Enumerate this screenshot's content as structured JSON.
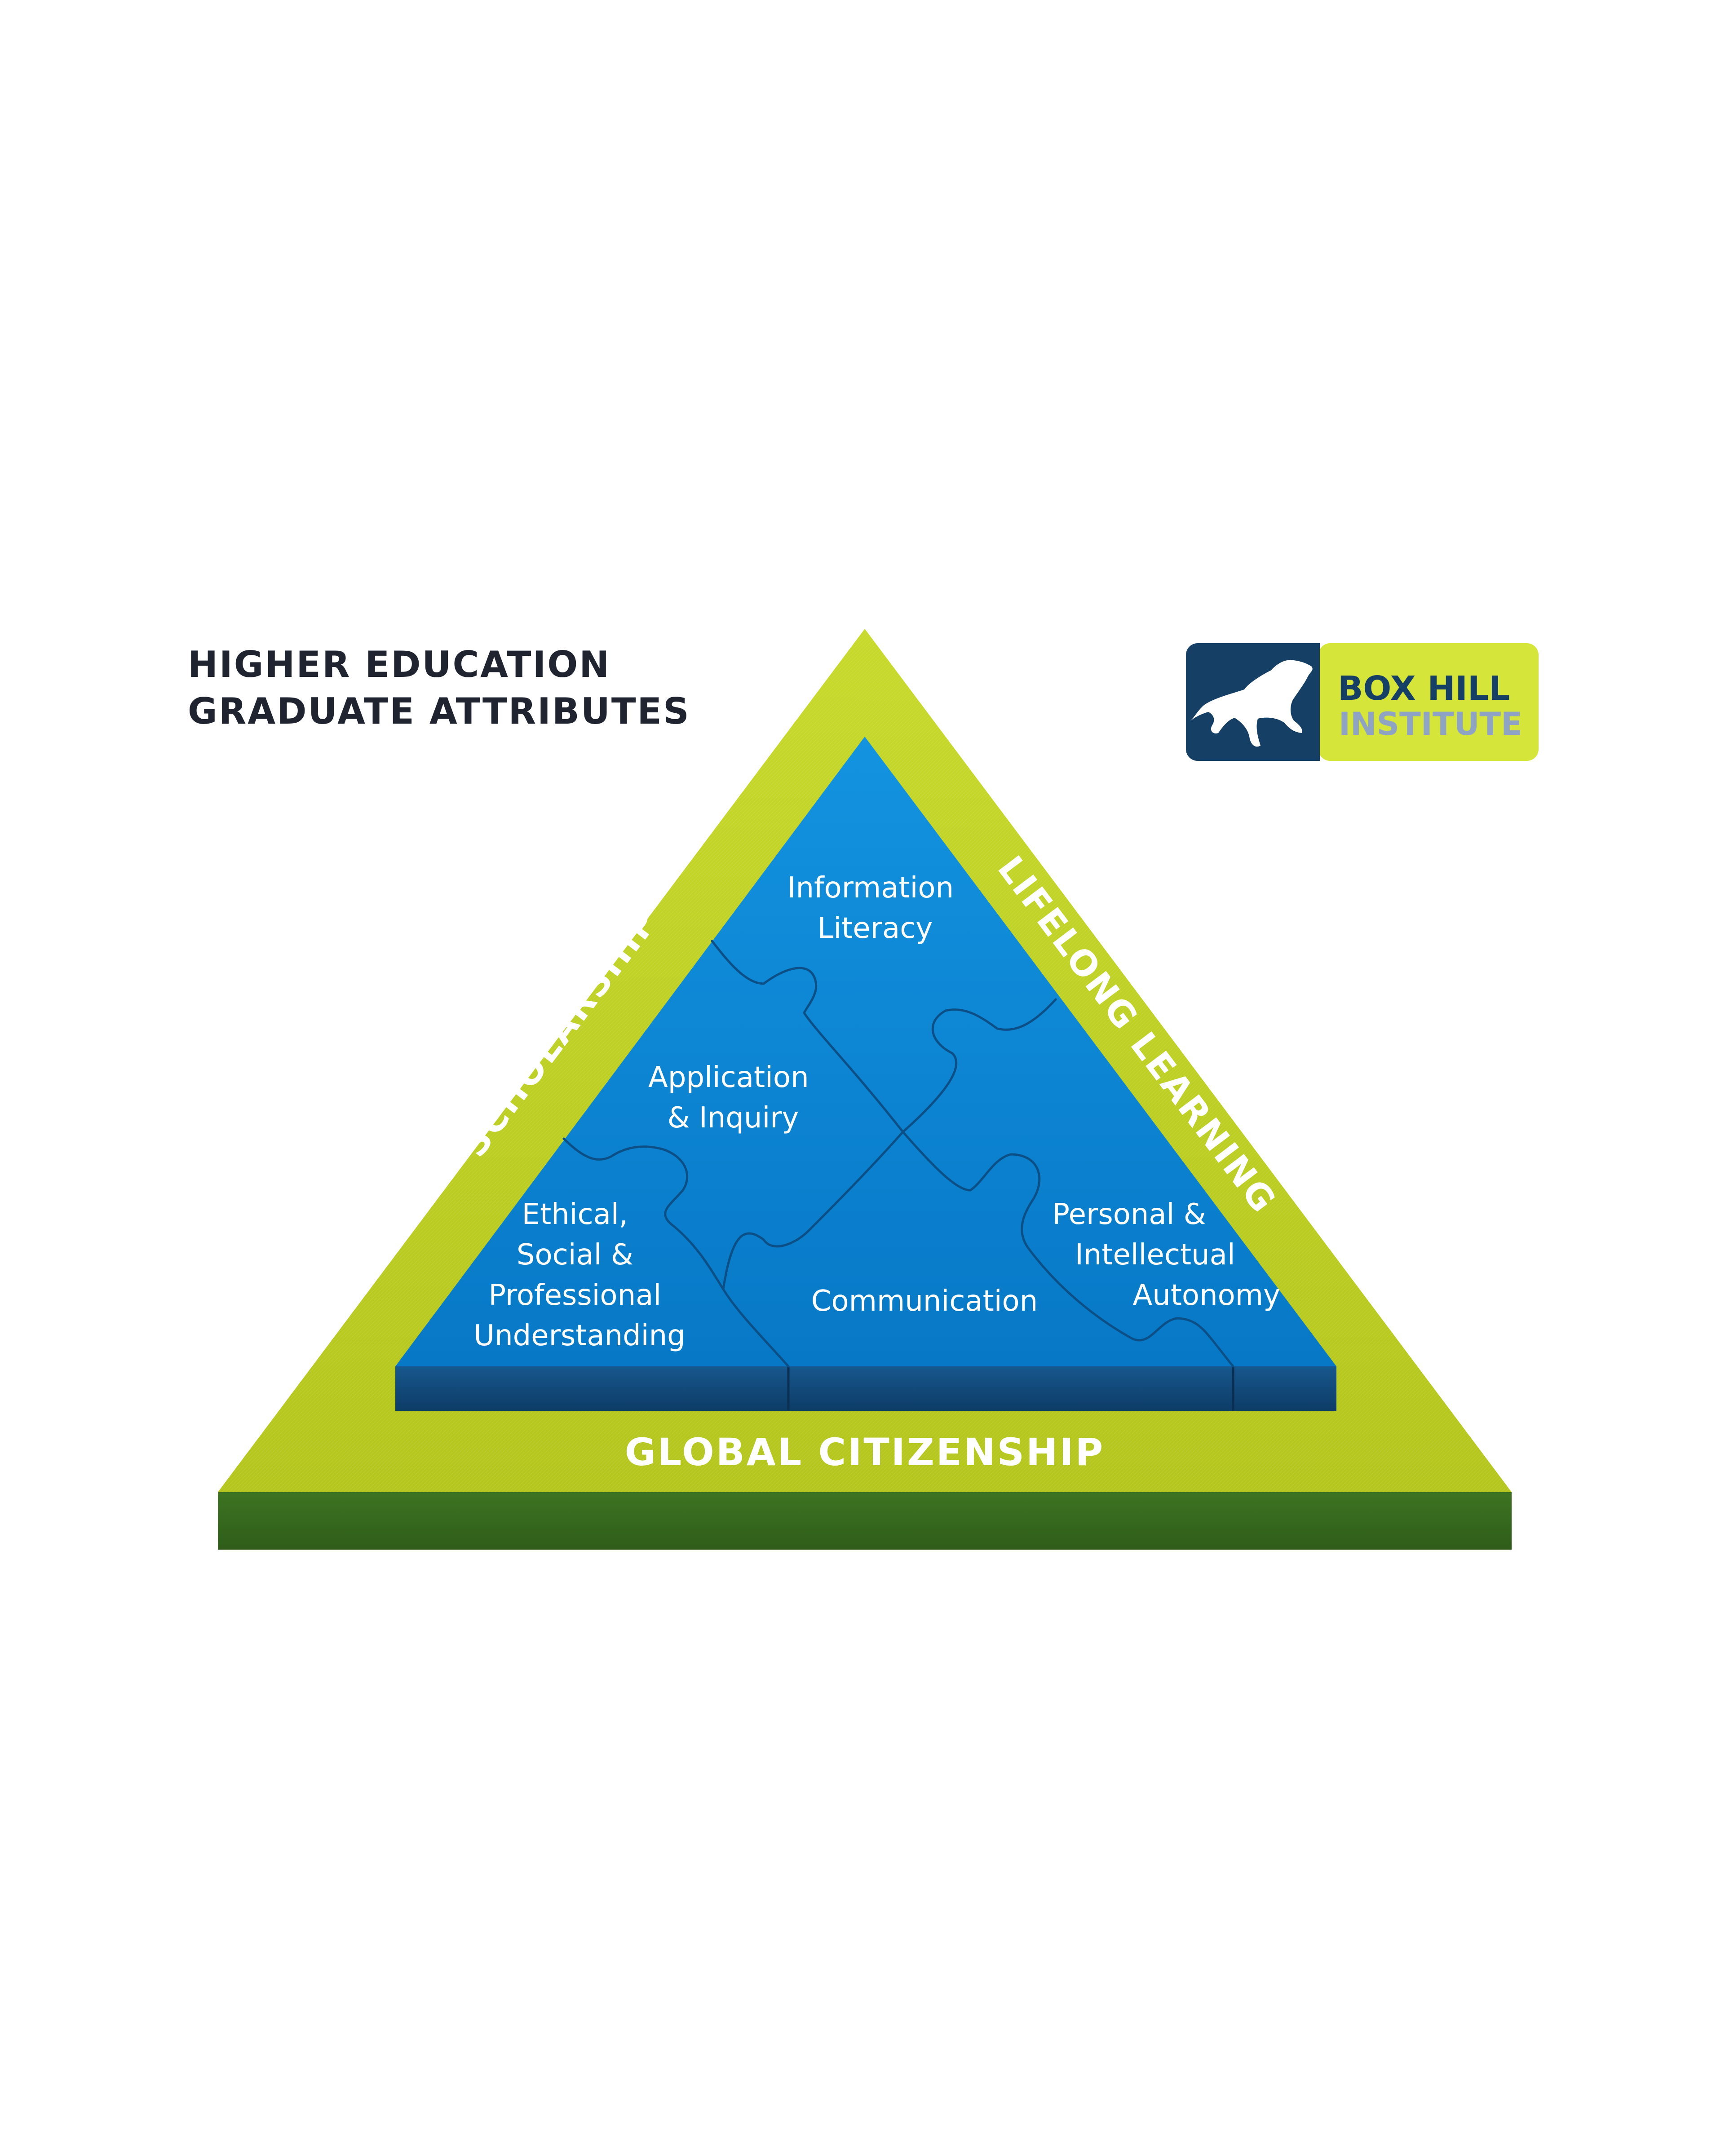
{
  "heading": {
    "line1": "HIGHER EDUCATION",
    "line2": "GRADUATE ATTRIBUTES"
  },
  "logo": {
    "line1": "BOX HILL",
    "line2": "INSTITUTE",
    "icon": "horse-icon"
  },
  "outer_sides": {
    "left": "SCHOLARSHIP",
    "right": "LIFELONG LEARNING",
    "base": "GLOBAL CITIZENSHIP"
  },
  "pieces": {
    "information_literacy": [
      "Information",
      "Literacy"
    ],
    "application_inquiry": [
      "Application",
      "& Inquiry"
    ],
    "ethical": [
      "Ethical,",
      "Social &",
      "Professional",
      "Understanding"
    ],
    "communication": [
      "Communication"
    ],
    "personal": [
      "Personal &",
      "Intellectual",
      "Autonomy"
    ]
  },
  "colors": {
    "lime": "#c3d524",
    "lime_dark": "#a9bb17",
    "green_base": "#3a6a1f",
    "blue": "#0a85d4",
    "blue_dark": "#104a7a",
    "navy": "#163f66",
    "logo_yellow": "#d6e53a",
    "heading": "#1f2430"
  }
}
